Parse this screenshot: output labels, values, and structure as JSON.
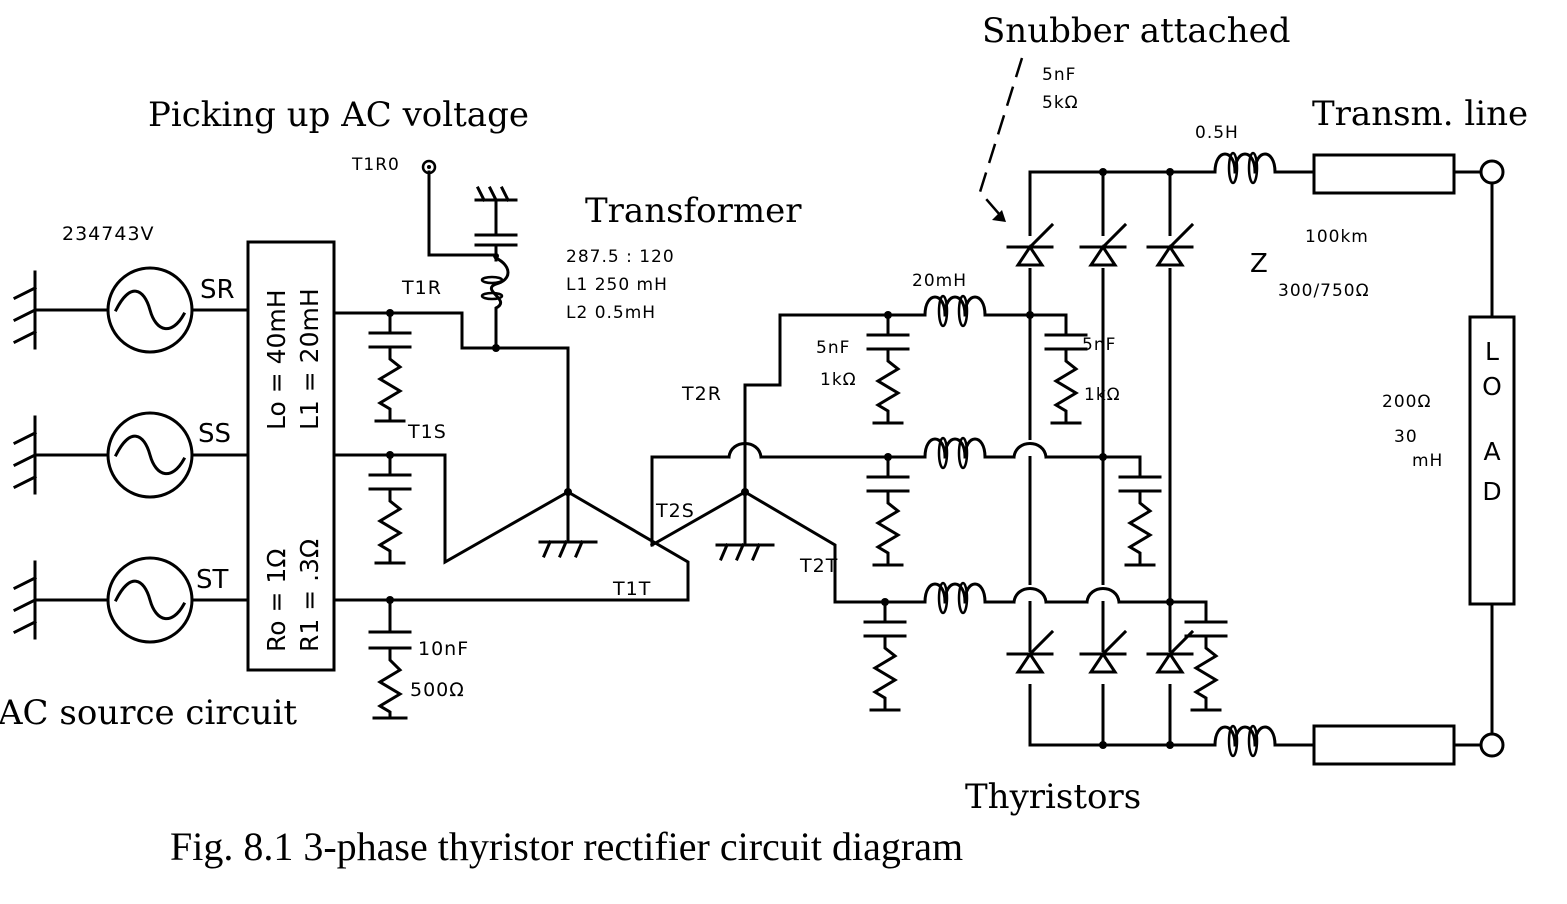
{
  "caption": "Fig. 8.1    3-phase thyristor rectifier circuit diagram",
  "section_labels": {
    "picking_up": "Picking up AC voltage",
    "transformer": "Transformer",
    "snubber": "Snubber attached",
    "transm_line": "Transm. line",
    "ac_source": "AC source circuit",
    "thyristors": "Thyristors"
  },
  "source": {
    "voltage": "234743V",
    "phases": [
      "SR",
      "SS",
      "ST"
    ],
    "box_L": [
      "Lo = 40mH",
      "L1 = 20mH"
    ],
    "box_R": [
      "Ro = 1Ω",
      "R1 = .3Ω"
    ]
  },
  "pickup": {
    "probe": "T1R0"
  },
  "transformer": {
    "ratio": "287.5 : 120",
    "l1": "L1 250 mH",
    "l2": "L2  0.5mH",
    "primary_terminals": [
      "T1R",
      "T1S",
      "T1T"
    ],
    "secondary_terminals": [
      "T2R",
      "T2S",
      "T2T"
    ]
  },
  "source_filter": {
    "cap": "10nF",
    "res": "500Ω"
  },
  "line_reactor": {
    "value": "20mH"
  },
  "snubber_input": {
    "cap": "5nF",
    "res": "1kΩ"
  },
  "snubber_bridge": {
    "cap": "5nF",
    "res": "1kΩ"
  },
  "thyristor_snubber": {
    "cap": "5nF",
    "res": "5kΩ"
  },
  "dc_reactor": {
    "value": "0.5H"
  },
  "line": {
    "length": "100km",
    "z_symbol": "Z",
    "impedance": "300/750Ω"
  },
  "load": {
    "label": "LOAD",
    "res": "200Ω",
    "ind_num": "30",
    "ind_unit": "mH"
  }
}
